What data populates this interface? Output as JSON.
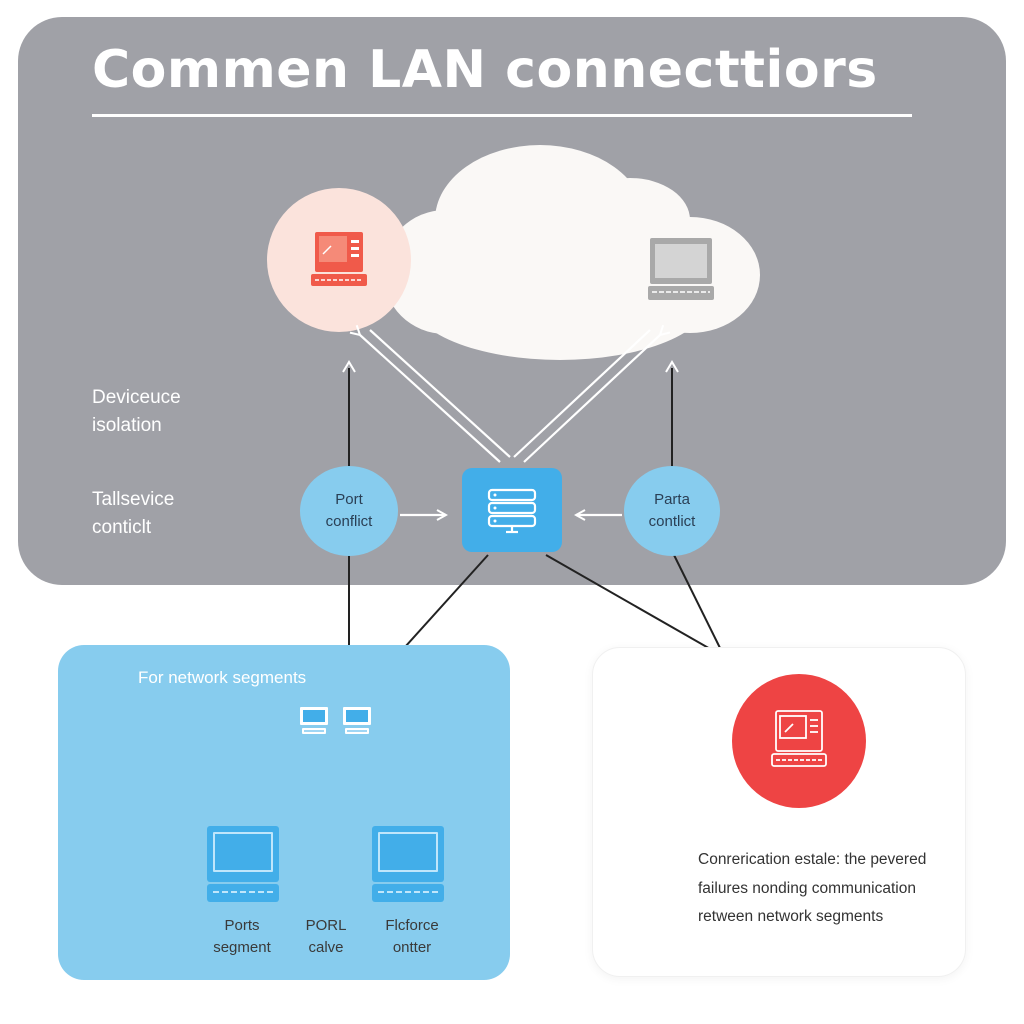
{
  "title": "Commen LAN connecttiors",
  "side_labels": {
    "device_isolation": {
      "line1": "Deviceuce",
      "line2": "isolation"
    },
    "service_conflict": {
      "line1": "Tallsevice",
      "line2": "conticlt"
    }
  },
  "nodes": {
    "port_conflict_left": {
      "line1": "Port",
      "line2": "conflict"
    },
    "port_conflict_right": {
      "line1": "Parta",
      "line2": "contlict"
    }
  },
  "segments_panel": {
    "heading": "For network segments",
    "labels": [
      {
        "line1": "Ports",
        "line2": "segment"
      },
      {
        "line1": "PORL",
        "line2": "calve"
      },
      {
        "line1": "Flcforce",
        "line2": "ontter"
      }
    ]
  },
  "failure_panel": {
    "description": "Conrerication estale: the pevered failures nonding communication retween network segments"
  },
  "colors": {
    "panel_gray": "#a0a1a7",
    "accent_blue": "#42aee9",
    "node_blue": "#87ccee",
    "alert_red": "#ee4444",
    "device_red": "#f05a4a",
    "peach": "#fbe3dc",
    "cloud": "#faf8f6"
  }
}
